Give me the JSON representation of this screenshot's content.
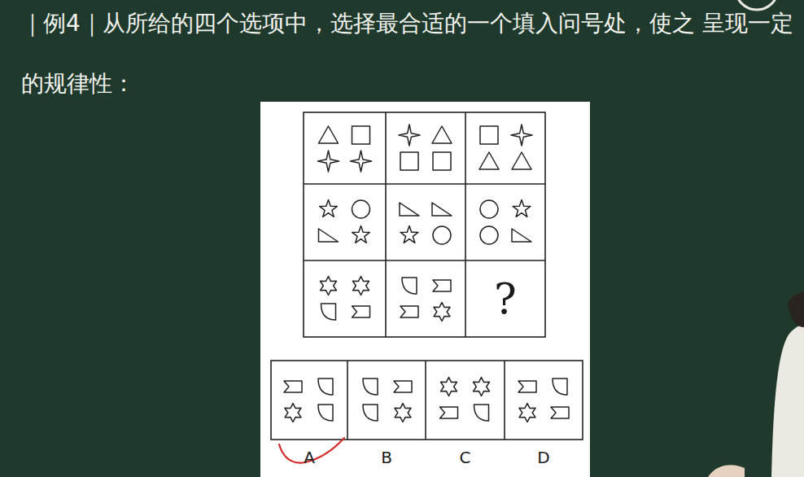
{
  "diagram": {
    "title": "｜例4｜从所给的四个选项中，选择最合适的一个填入问号处，使之 呈现一定的规律性：",
    "labels": [
      "?",
      "A",
      "B",
      "C",
      "D"
    ]
  }
}
